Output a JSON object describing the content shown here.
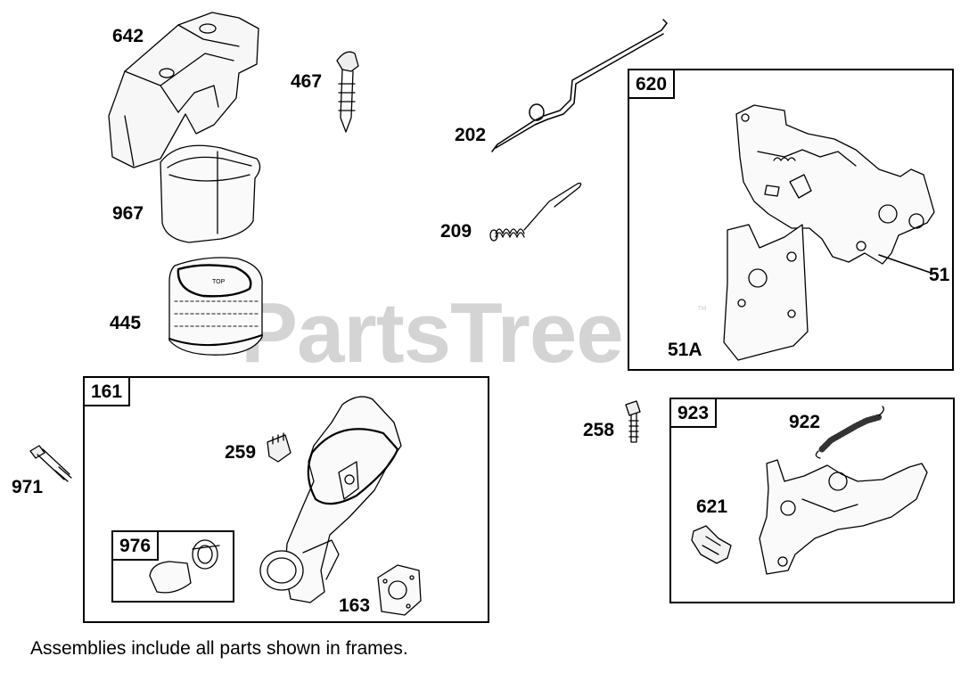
{
  "watermark": {
    "text": "PartsTree",
    "trademark": "™"
  },
  "labels": {
    "p642": "642",
    "p467": "467",
    "p967": "967",
    "p445": "445",
    "p202": "202",
    "p209": "209",
    "p971": "971",
    "p259": "259",
    "p163": "163",
    "p258": "258",
    "p922": "922",
    "p621": "621",
    "p51": "51",
    "p51a": "51A"
  },
  "frames": {
    "f620": "620",
    "f161": "161",
    "f976": "976",
    "f923": "923"
  },
  "note": "Assemblies include all parts shown in frames."
}
